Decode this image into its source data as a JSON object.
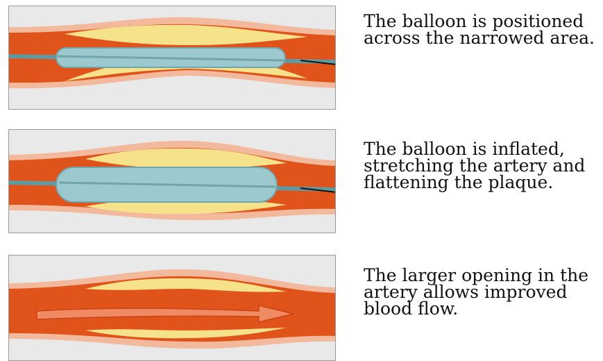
{
  "steps": [
    {
      "caption": "The balloon is positioned\nacross the narrowed area."
    },
    {
      "caption": "The balloon is inflated,\nstretching the artery and\nflattening the plaque."
    },
    {
      "caption": "The larger opening in the\nartery allows improved\nblood flow."
    }
  ],
  "colors": {
    "background": "#e9e9e9",
    "vessel_wall": "#f3b99d",
    "blood": "#e0541c",
    "plaque": "#f7e28c",
    "balloon": "#9cc9cd",
    "catheter": "#5f9aa2",
    "arrow": "#f08a63"
  }
}
